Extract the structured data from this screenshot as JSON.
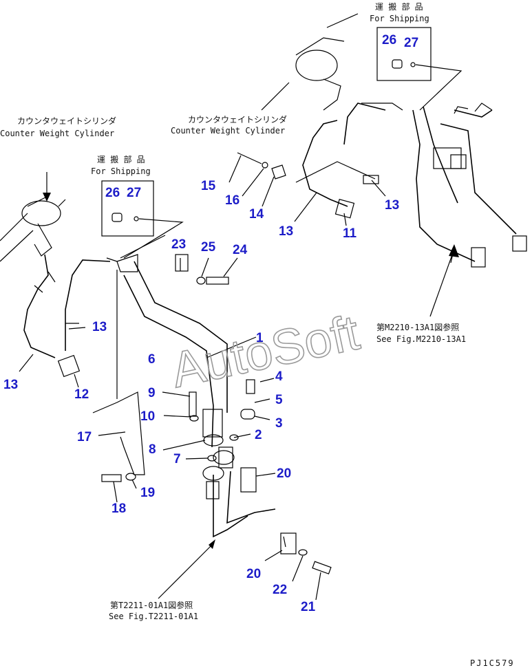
{
  "watermark": "AutoSoft",
  "footer_code": "PJ1C579",
  "labels": {
    "shipping_jp": "運 搬 部 品",
    "shipping_en": "For Shipping",
    "cylinder_jp": "カウンタウェイトシリンダ",
    "cylinder_en": "Counter Weight Cylinder",
    "ref_m_jp": "第M2210-13A1図参照",
    "ref_m_en": "See Fig.M2210-13A1",
    "ref_t_jp": "第T2211-01A1図参照",
    "ref_t_en": "See Fig.T2211-01A1"
  },
  "parts": {
    "p1": "1",
    "p2": "2",
    "p3": "3",
    "p4": "4",
    "p5": "5",
    "p6": "6",
    "p7": "7",
    "p8": "8",
    "p9": "9",
    "p10": "10",
    "p11": "11",
    "p12": "12",
    "p13": "13",
    "p14": "14",
    "p15": "15",
    "p16": "16",
    "p17": "17",
    "p18": "18",
    "p19": "19",
    "p20": "20",
    "p21": "21",
    "p22": "22",
    "p23": "23",
    "p24": "24",
    "p25": "25",
    "p26": "26",
    "p27": "27"
  }
}
